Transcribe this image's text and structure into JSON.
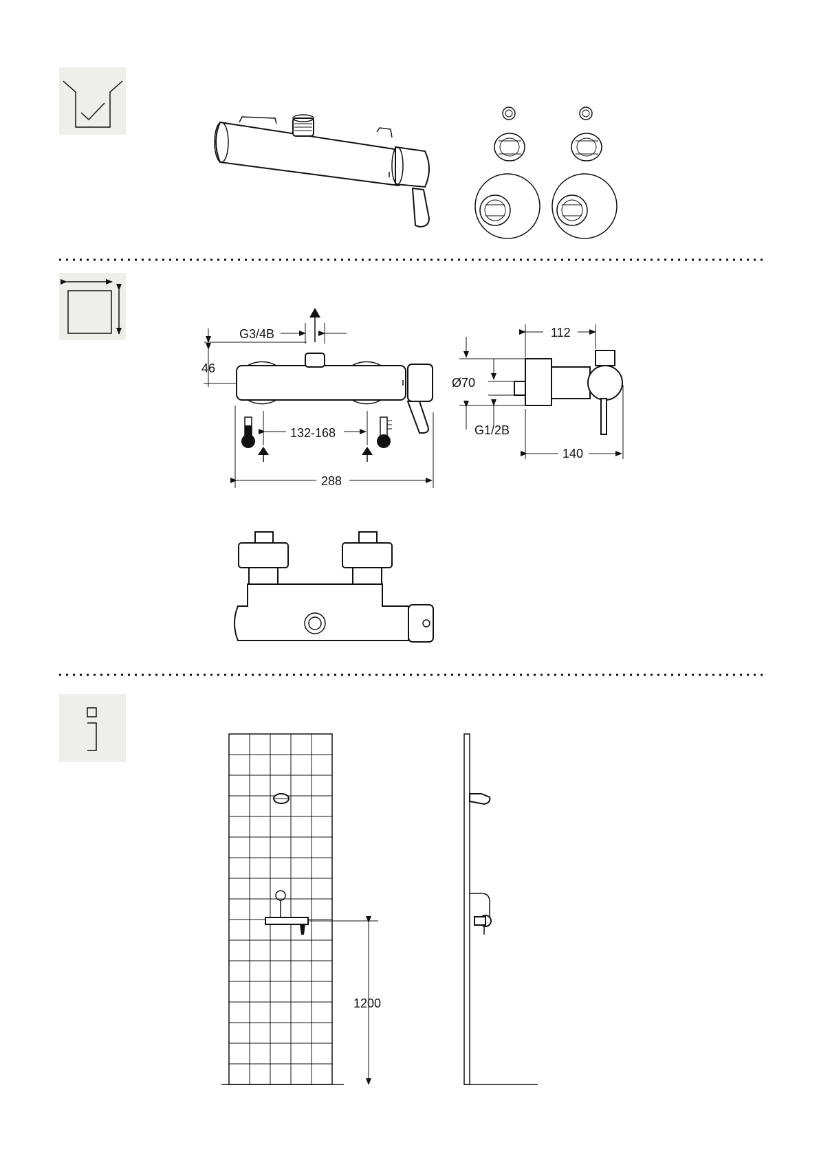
{
  "sections": {
    "scope": {
      "icon": "box-check-icon"
    },
    "dimensions": {
      "icon": "dimensions-icon"
    },
    "info": {
      "icon": "info-icon"
    }
  },
  "dimensions": {
    "outlet_thread": "G3/4B",
    "height": "46",
    "inlet_spacing": "132-168",
    "total_width": "288",
    "depth": "112",
    "rosette_diameter": "Ø70",
    "inlet_thread": "G1/2B",
    "projection": "140"
  },
  "installation": {
    "mounting_height": "1200"
  },
  "colors": {
    "icon_bg": "#eeeeea",
    "line": "#111111"
  }
}
